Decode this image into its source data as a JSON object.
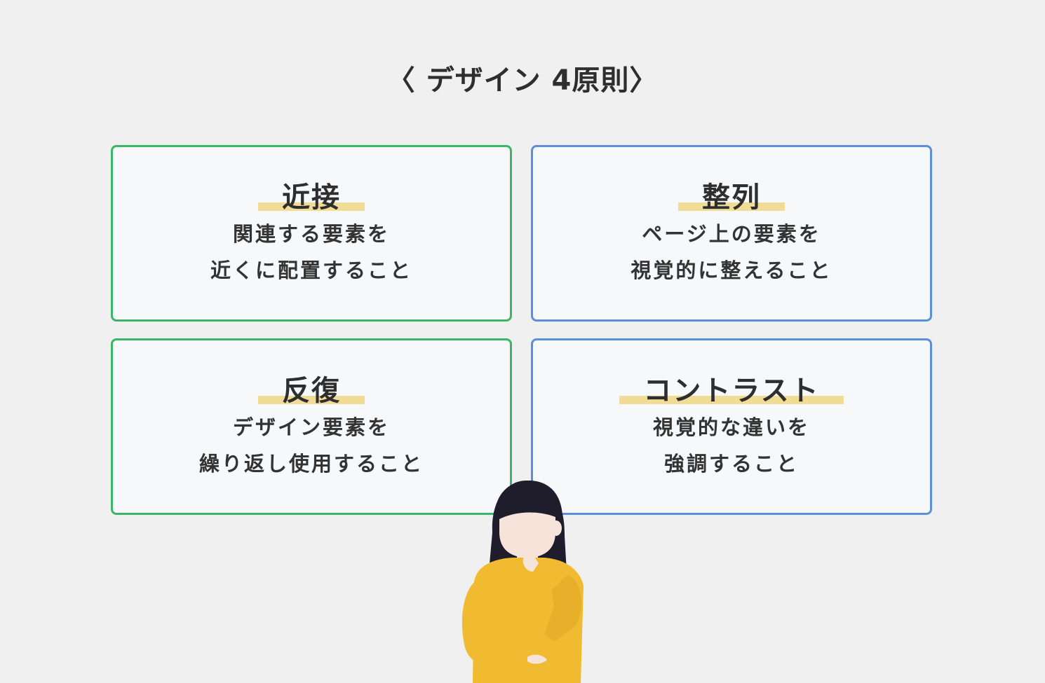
{
  "title": "〈 デザイン 4原則〉",
  "cards": [
    {
      "heading": "近接",
      "line1": "関連する要素を",
      "line2": "近くに配置すること",
      "border_color": "#3bb56a"
    },
    {
      "heading": "整列",
      "line1": "ページ上の要素を",
      "line2": "視覚的に整えること",
      "border_color": "#5b8fdc"
    },
    {
      "heading": "反復",
      "line1": "デザイン要素を",
      "line2": "繰り返し使用すること",
      "border_color": "#3bb56a"
    },
    {
      "heading": "コントラスト",
      "line1": "視覚的な違いを",
      "line2": "強調すること",
      "border_color": "#5b8fdc"
    }
  ],
  "colors": {
    "background": "#f0f0f0",
    "highlight": "#f1dc96",
    "sweater": "#f0bb30",
    "hair": "#1f1d2b"
  },
  "illustration": "thinking-woman-illustration"
}
